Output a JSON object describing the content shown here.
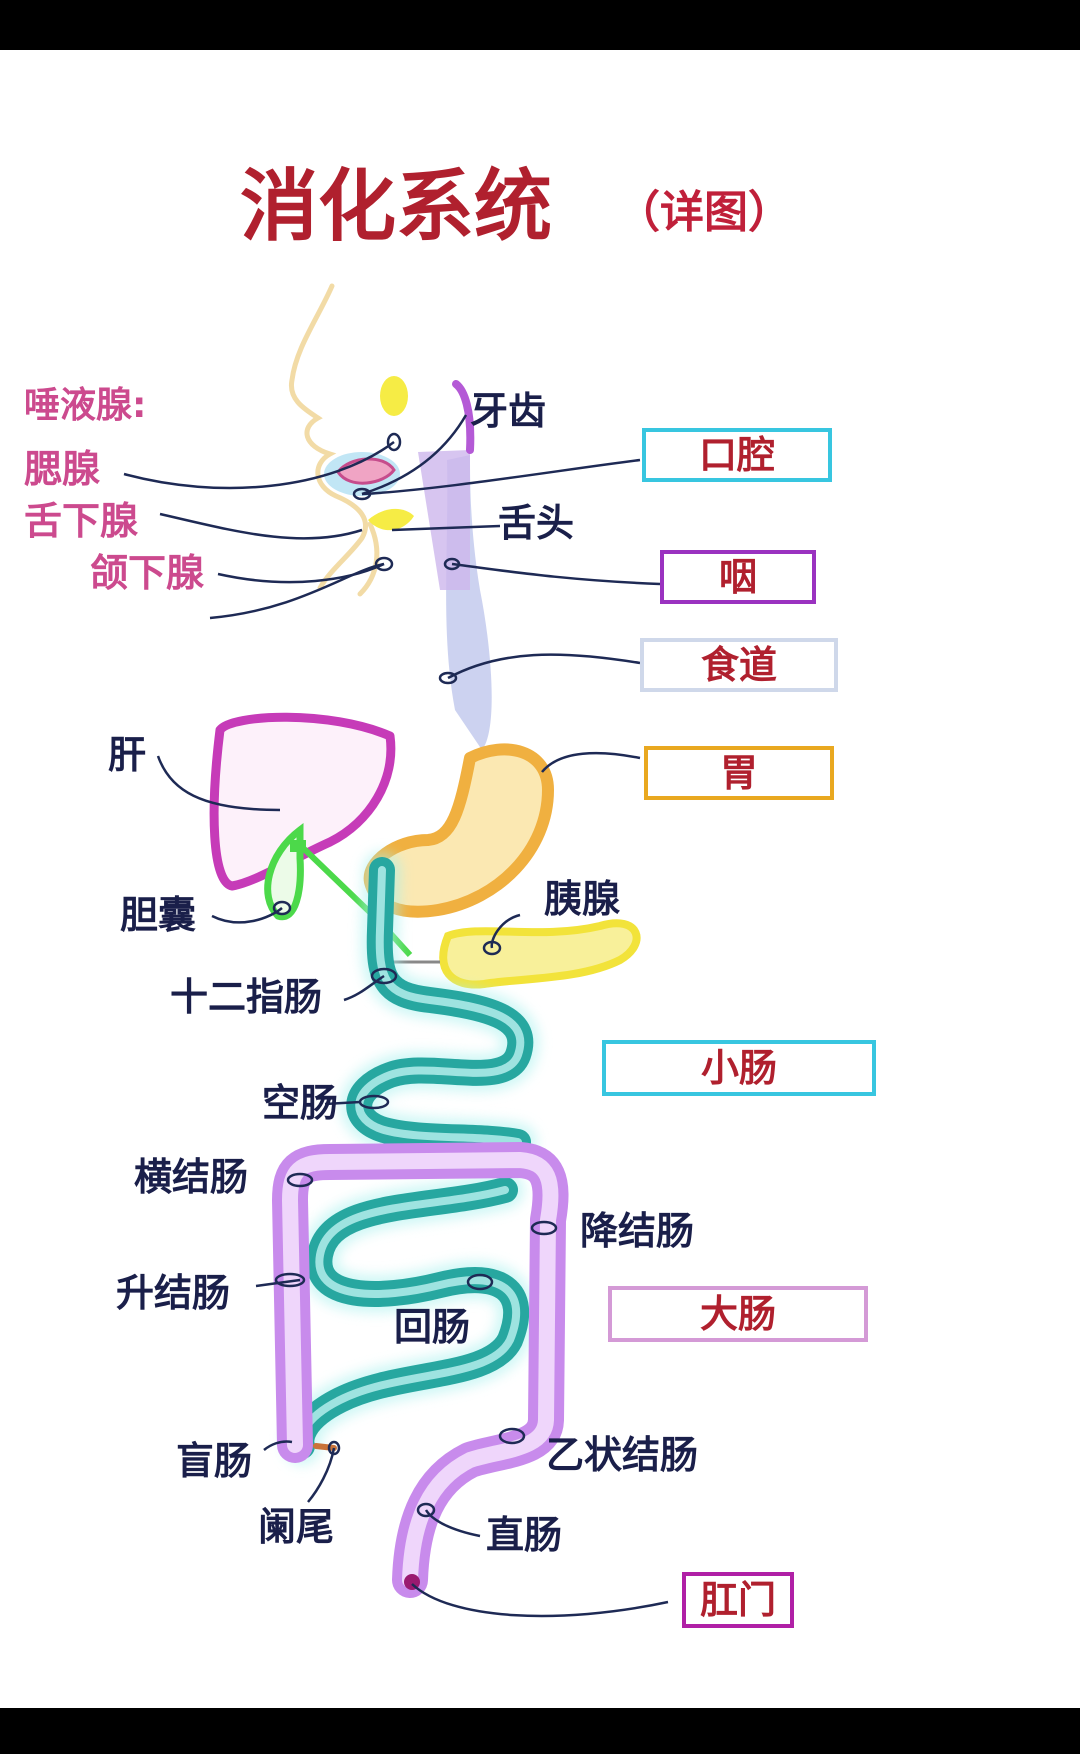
{
  "title": "消化系统",
  "subtitle": "（详图）",
  "colors": {
    "title": "#b0202e",
    "subtitle": "#c0203a",
    "label": "#1a1f4a",
    "salivary": "#cc4a8e",
    "mouth_box": "#38c6e0",
    "pharynx_box": "#9a32c0",
    "esophagus_box": "#cfd8ea",
    "stomach_box": "#e9a820",
    "small_box": "#38c6e0",
    "large_box": "#d49ad6",
    "anus_box": "#b020a6",
    "organ_text": "#b0202e",
    "liver": "#c63bb8",
    "gallbladder": "#4cd94a",
    "stomach": "#f0c048",
    "pancreas": "#f5e94a",
    "small_intestine": "#27a7a0",
    "large_intestine": "#c88bec"
  },
  "salivary": {
    "header": "唾液腺:",
    "parotid": "腮腺",
    "sublingual": "舌下腺",
    "submandibular": "颌下腺"
  },
  "labels": {
    "teeth": "牙齿",
    "tongue": "舌头",
    "liver": "肝",
    "gallbladder": "胆囊",
    "pancreas": "胰腺",
    "duodenum": "十二指肠",
    "jejunum": "空肠",
    "transverse_colon": "横结肠",
    "descending_colon": "降结肠",
    "ascending_colon": "升结肠",
    "ileum": "回肠",
    "cecum": "盲肠",
    "appendix": "阑尾",
    "sigmoid_colon": "乙状结肠",
    "rectum": "直肠"
  },
  "boxes": {
    "mouth": "口腔",
    "pharynx": "咽",
    "esophagus": "食道",
    "stomach": "胃",
    "small_intestine": "小肠",
    "large_intestine": "大肠",
    "anus": "肛门"
  }
}
